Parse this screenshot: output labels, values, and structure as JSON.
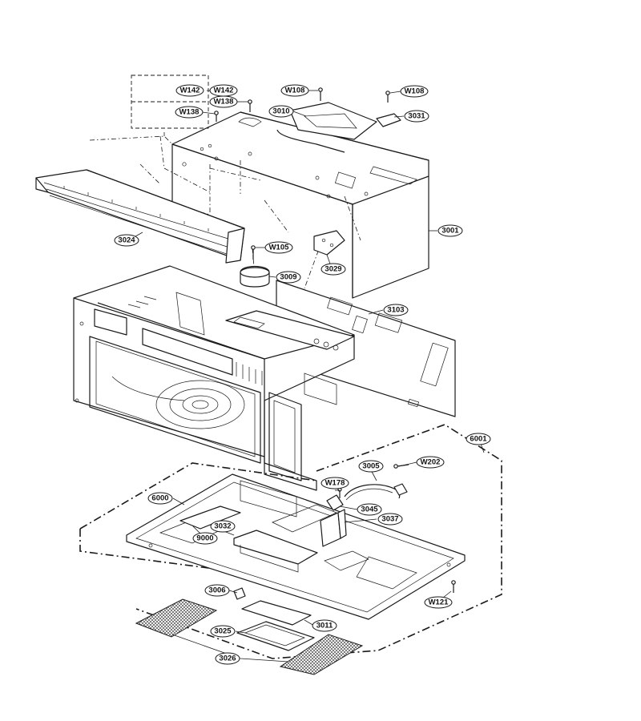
{
  "labels": {
    "w142_box": "W142",
    "w142": "W142",
    "w138_box": "W138",
    "w138": "W138",
    "w108_left": "W108",
    "w108_right": "W108",
    "p3010": "3010",
    "p3031": "3031",
    "p3001": "3001",
    "p3024": "3024",
    "w105": "W105",
    "p3029": "3029",
    "p3009": "3009",
    "p3103": "3103",
    "p6001": "6001",
    "p3005": "3005",
    "w202": "W202",
    "w178": "W178",
    "p6000": "6000",
    "p3045": "3045",
    "p3037": "3037",
    "p3032": "3032",
    "p9000": "9000",
    "p3006": "3006",
    "w121": "W121",
    "p3011": "3011",
    "p3025": "3025",
    "p3026": "3026"
  }
}
